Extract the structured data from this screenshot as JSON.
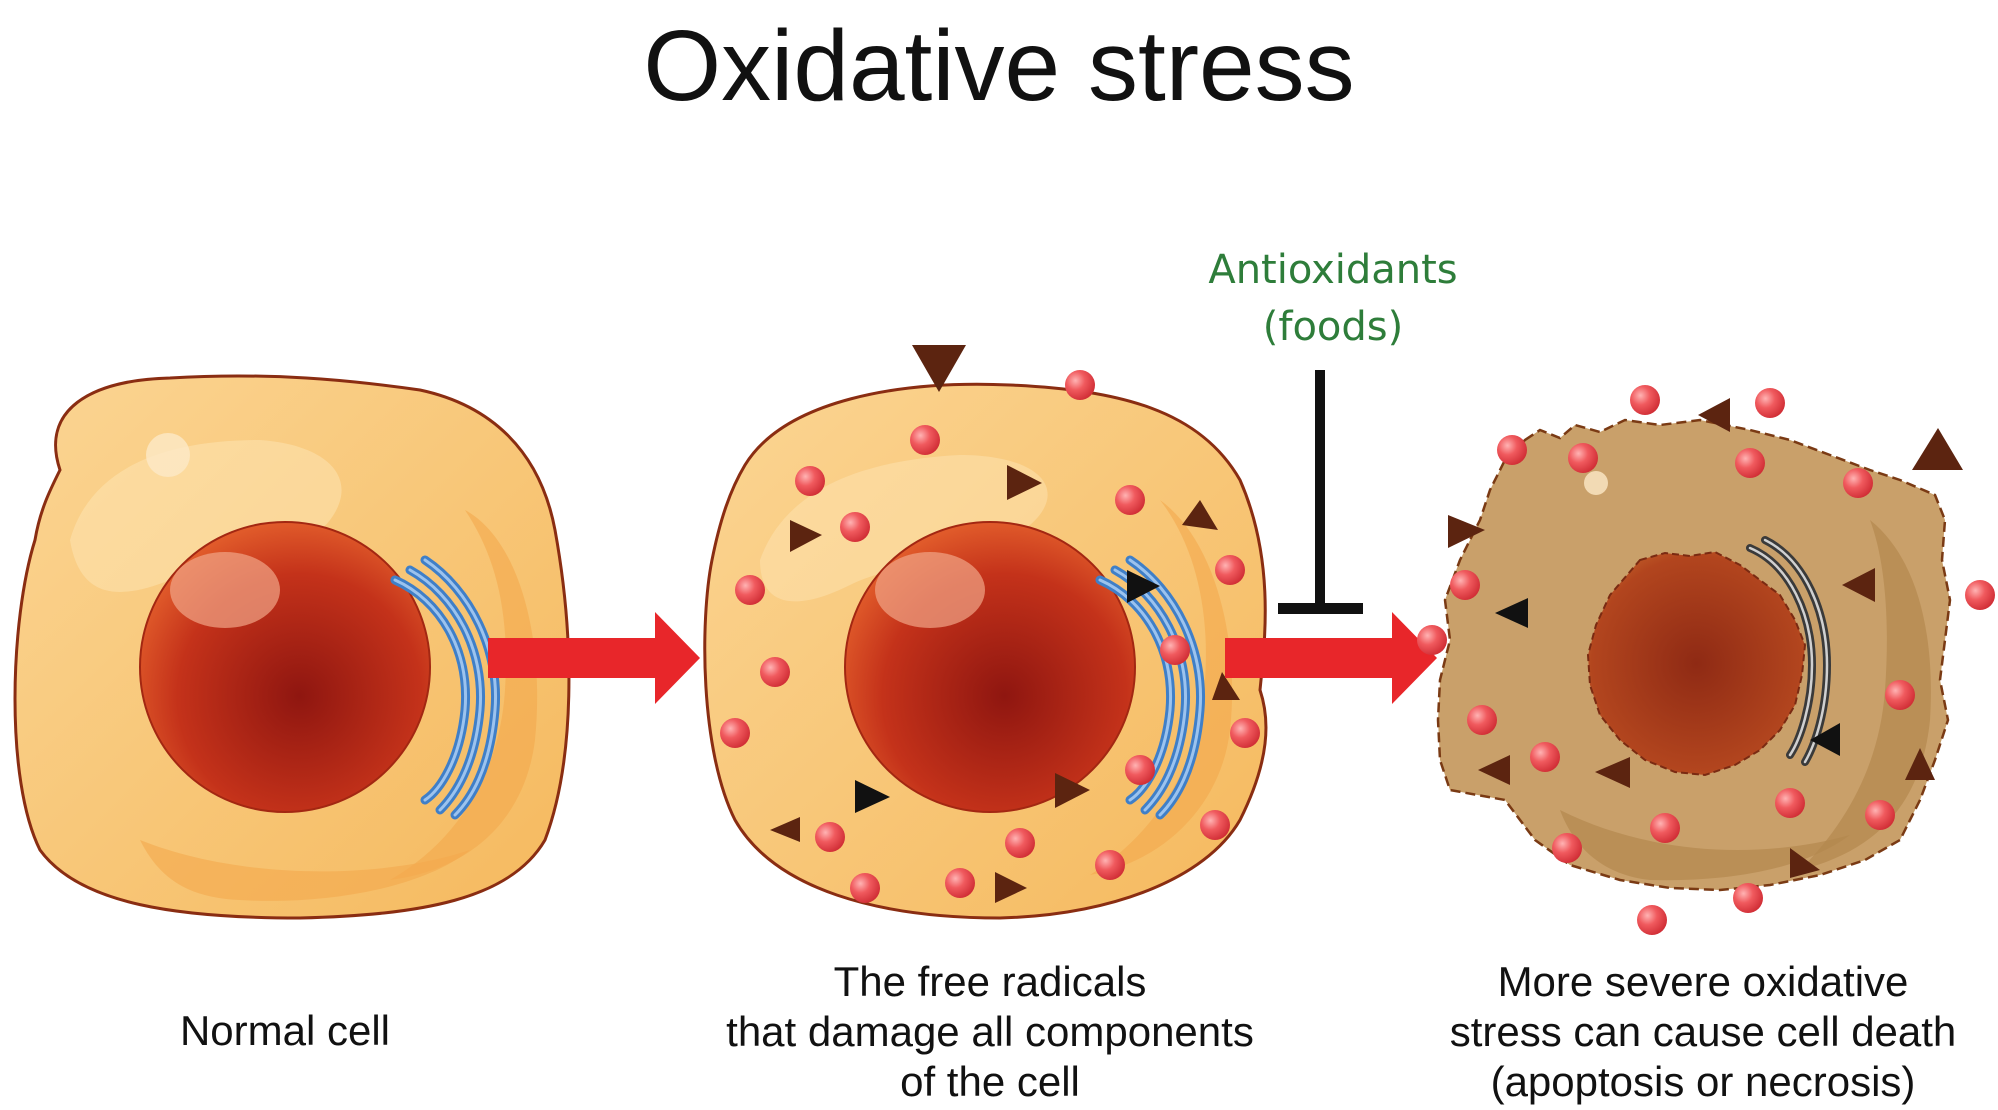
{
  "title": "Oxidative stress",
  "antioxidants": {
    "line1": "Antioxidants",
    "line2": "(foods)"
  },
  "captions": {
    "normal": [
      "Normal cell"
    ],
    "damage": [
      "The free radicals",
      "that damage all components",
      "of the cell"
    ],
    "death": [
      "More severe oxidative",
      "stress can cause cell death",
      "(apoptosis or necrosis)"
    ]
  },
  "colors": {
    "cell_fill": "#f8c97c",
    "cell_outline": "#8a2d12",
    "dead_cell_fill": "#c9a06a",
    "nucleus": "#c4321a",
    "nucleus_dark": "#8f1610",
    "golgi": "#3f7fc8",
    "radical": "#e8434a",
    "radical_triangle": "#5c2410",
    "arrow": "#e8262a",
    "antioxidant_text": "#2e7d3a",
    "inhibitor": "#111111"
  }
}
